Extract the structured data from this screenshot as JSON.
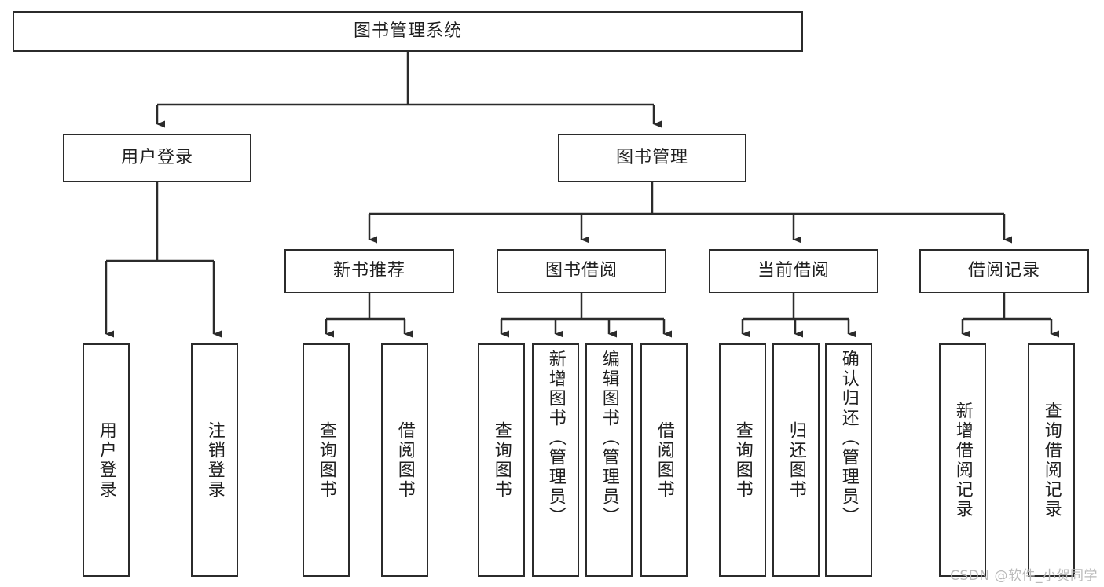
{
  "diagram": {
    "type": "tree-hierarchy",
    "title": "图书管理系统",
    "watermark": "CSDN @软件_小贺同学",
    "colors": {
      "stroke": "#2b2b2b",
      "fill": "#ffffff",
      "text": "#1f1f1f",
      "watermark": "#b9b9b9"
    },
    "root": {
      "label": "图书管理系统"
    },
    "level1": [
      {
        "label": "用户登录"
      },
      {
        "label": "图书管理"
      }
    ],
    "level2": [
      {
        "label": "新书推荐"
      },
      {
        "label": "图书借阅"
      },
      {
        "label": "当前借阅"
      },
      {
        "label": "借阅记录"
      }
    ],
    "leaves": {
      "user_login": [
        {
          "label": "用户登录"
        },
        {
          "label": "注销登录"
        }
      ],
      "new_book_recommend": [
        {
          "label": "查询图书"
        },
        {
          "label": "借阅图书"
        }
      ],
      "book_borrow": [
        {
          "label": "查询图书"
        },
        {
          "label": "新增图书（管理员）"
        },
        {
          "label": "编辑图书（管理员）"
        },
        {
          "label": "借阅图书"
        }
      ],
      "current_borrow": [
        {
          "label": "查询图书"
        },
        {
          "label": "归还图书"
        },
        {
          "label": "确认归还（管理员）"
        }
      ],
      "borrow_record": [
        {
          "label": "新增借阅记录"
        },
        {
          "label": "查询借阅记录"
        }
      ]
    }
  }
}
